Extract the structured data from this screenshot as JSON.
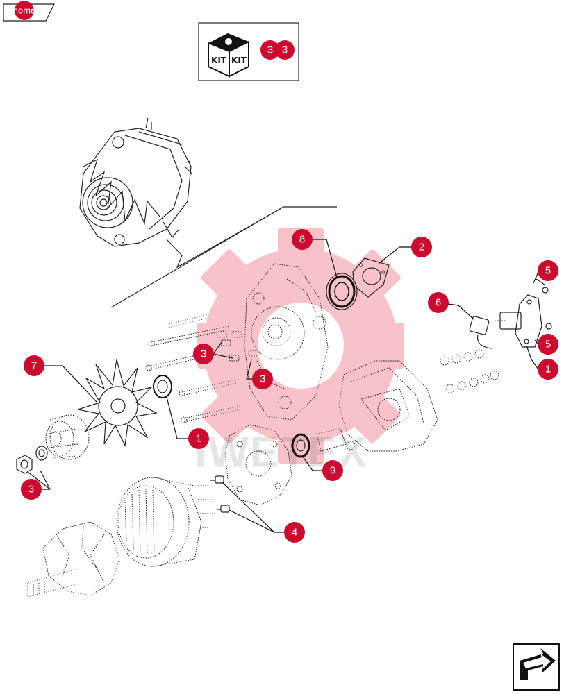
{
  "nav": {
    "home_label": "home",
    "kit_label_left": "KIT",
    "kit_label_right": "KIT",
    "kit_refs": [
      "3",
      "3"
    ]
  },
  "watermark": {
    "text": "IWETEX"
  },
  "colors": {
    "callout": "#cc0a2f",
    "watermark_gear": "#f7c3c8",
    "line": "#222222"
  },
  "callouts": {
    "c8": "8",
    "c2": "2",
    "c5a": "5",
    "c6": "6",
    "c5b": "5",
    "c1a": "1",
    "c3a": "3",
    "c3b": "3",
    "c7": "7",
    "c1b": "1",
    "c9": "9",
    "c3c": "3",
    "c4": "4"
  },
  "icons": {
    "next": "next-page-arrow-icon",
    "kit": "kit-box-icon"
  }
}
